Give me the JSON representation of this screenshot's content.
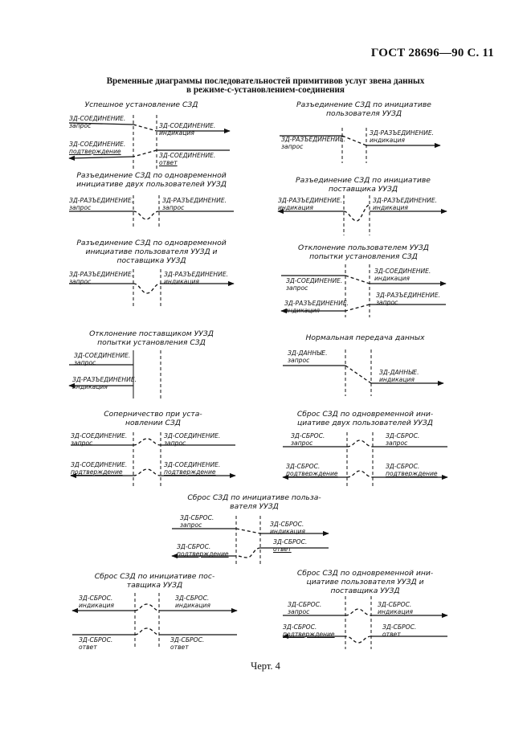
{
  "header": "ГОСТ 28696—90 С. 11",
  "title_line1": "Временные диаграммы последовательностей примитивов услуг звена данных",
  "title_line2": "в режиме-с-установлением-соединения",
  "caption": "Черт. 4",
  "panels": {
    "p1": {
      "t1": "Успешное установление СЗД",
      "a": "ЗД-СОЕДИНЕНИЕ.",
      "a2": "запрос",
      "b": "ЗД-СОЕДИНЕНИЕ.",
      "b2": "индикация",
      "c": "ЗД-СОЕДИНЕНИЕ.",
      "c2": "подтверждение",
      "d": "ЗД-СОЕДИНЕНИЕ.",
      "d2": "ответ"
    },
    "p2": {
      "t1": "Разъединение СЗД по инициативе",
      "t2": "пользователя УУЗД",
      "a": "ЗД-РАЗЪЕДИНЕНИЕ.",
      "a2": "запрос",
      "b": "ЗД-РАЗЪЕДИНЕНИЕ.",
      "b2": "индикация"
    },
    "p3": {
      "t1": "Разъединение СЗД по одновременной",
      "t2": "инициативе двух пользователей УУЗД",
      "a": "ЗД-РАЗЪЕДИНЕНИЕ.",
      "a2": "запрос",
      "b": "ЗД-РАЗЪЕДИНЕНИЕ.",
      "b2": "запрос"
    },
    "p4": {
      "t1": "Разъединение СЗД по инициативе",
      "t2": "поставщика УУЗД",
      "a": "ЗД-РАЗЪЕДИНЕНИЕ.",
      "a2": "индикация",
      "b": "ЗД-РАЗЪЕДИНЕНИЕ.",
      "b2": "индикация"
    },
    "p5": {
      "t1": "Разъединение СЗД по одновременной",
      "t2": "инициативе пользователя УУЗД и",
      "t3": "поставщика УУЗД",
      "a": "ЗД-РАЗЪЕДИНЕНИЕ.",
      "a2": "запрос",
      "b": "ЗД-РАЗЪЕДИНЕНИЕ.",
      "b2": "индикация"
    },
    "p6": {
      "t1": "Отклонение пользователем УУЗД",
      "t2": "попытки установления СЗД",
      "a": "ЗД-СОЕДИНЕНИЕ.",
      "a2": "запрос",
      "b": "ЗД-СОЕДИНЕНИЕ.",
      "b2": "индикация",
      "c": "ЗД-РАЗЪЕДИНЕНИЕ.",
      "c2": "индикация",
      "d": "ЗД-РАЗЪЕДИНЕНИЕ.",
      "d2": "запрос"
    },
    "p7": {
      "t1": "Отклонение поставщиком УУЗД",
      "t2": "попытки установления СЗД",
      "a": "ЗД-СОЕДИНЕНИЕ.",
      "a2": "запрос",
      "c": "ЗД-РАЗЪЕДИНЕНИЕ.",
      "c2": "индикация"
    },
    "p8": {
      "t1": "Нормальная передача данных",
      "a": "ЗД-ДАННЫЕ.",
      "a2": "запрос",
      "b": "ЗД-ДАННЫЕ.",
      "b2": "индикация"
    },
    "p9": {
      "t1": "Соперничество при уста-",
      "t2": "новлении СЗД",
      "a": "ЗД-СОЕДИНЕНИЕ.",
      "a2": "запрос",
      "b": "ЗД-СОЕДИНЕНИЕ.",
      "b2": "запрос",
      "c": "ЗД-СОЕДИНЕНИЕ.",
      "c2": "подтверждение",
      "d": "ЗД-СОЕДИНЕНИЕ.",
      "d2": "подтверждение"
    },
    "p10": {
      "t1": "Сброс СЗД по одновременной ини-",
      "t2": "циативе двух пользователей УУЗД",
      "a": "ЗД-СБРОС.",
      "a2": "запрос",
      "b": "ЗД-СБРОС.",
      "b2": "запрос",
      "c": "ЗД-СБРОС.",
      "c2": "подтверждение",
      "d": "ЗД-СБРОС.",
      "d2": "подтверждение"
    },
    "p11": {
      "t1": "Сброс СЗД по инициативе польза-",
      "t2": "вателя УУЗД",
      "a": "ЗД-СБРОС.",
      "a2": "запрос",
      "b": "ЗД-СБРОС.",
      "b2": "индикация",
      "c": "ЗД-СБРОС.",
      "c2": "подтверждение",
      "d": "ЗД-СБРОС.",
      "d2": "ответ"
    },
    "p12": {
      "t1": "Сброс СЗД по инициативе пос-",
      "t2": "тавщика УУЗД",
      "a": "ЗД-СБРОС.",
      "a2": "индикация",
      "b": "ЗД-СБРОС.",
      "b2": "индикация",
      "c": "ЗД-СБРОС.",
      "c2": "ответ",
      "d": "ЗД-СБРОС.",
      "d2": "ответ"
    },
    "p13": {
      "t1": "Сброс СЗД по одновременной ини-",
      "t2": "циативе пользователя УУЗД и",
      "t3": "поставщика УУЗД",
      "a": "ЗД-СБРОС.",
      "a2": "запрос",
      "b": "ЗД-СБРОС.",
      "b2": "индикация",
      "c": "ЗД-СБРОС.",
      "c2": "подтверждение",
      "d": "ЗД-СБРОС.",
      "d2": "ответ"
    }
  }
}
